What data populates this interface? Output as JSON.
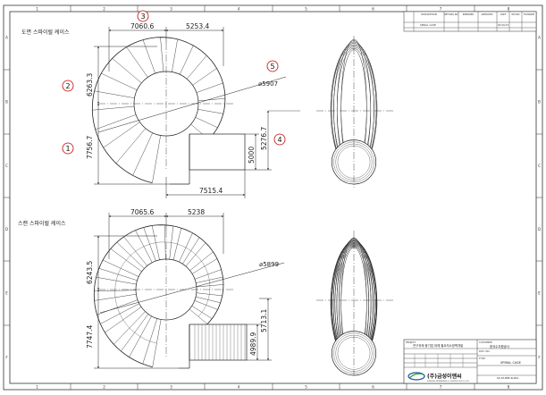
{
  "border": {
    "col_labels_top": [
      "1",
      "2",
      "3",
      "4",
      "5",
      "6",
      "7",
      "8"
    ],
    "col_labels_bottom": [
      "1",
      "2",
      "3",
      "4",
      "5",
      "6",
      "7",
      "8"
    ],
    "row_labels_left": [
      "A",
      "B",
      "C",
      "D",
      "E",
      "F"
    ],
    "row_labels_right": [
      "A",
      "B",
      "C",
      "D",
      "E",
      "F"
    ]
  },
  "views": {
    "top_title": "도면 스파이럴 케이스",
    "bottom_title": "스캔 스파이럴 케이스"
  },
  "top_dims": {
    "d_7060": "7060.6",
    "d_5253": "5253.4",
    "d_6263": "6263.3",
    "d_7756": "7756.7",
    "d_5000": "5000",
    "d_5276": "5276.7",
    "d_7515": "7515.4",
    "diam": "⌀5907"
  },
  "bottom_dims": {
    "d_7065": "7065.6",
    "d_5238": "5238",
    "d_6243": "6243.5",
    "d_7747": "7747.4",
    "d_4989": "4989.9",
    "d_5713": "5713.1",
    "diam": "⌀5899"
  },
  "callouts": [
    "1",
    "2",
    "3",
    "4",
    "5"
  ],
  "revision_table": {
    "headers": [
      "DESCRIPTION",
      "REF.DWG NO.",
      "PREPARED",
      "APPROVED",
      "DATE",
      "REV.NO",
      "FILENAME"
    ],
    "row": [
      "SPIRAL CASE",
      "",
      "",
      "",
      "18.09.07",
      "",
      ""
    ]
  },
  "title_block": {
    "project_label": "PROJECT",
    "project": "연구과제 중기업 대체 필요저소방벽개발",
    "customer_label": "CUSTOMER",
    "customer": "한국수자원공사",
    "doc_label": "DOC. NO.",
    "drawing_label": "TITLE",
    "drawing_title": "SPIRAL CASE",
    "drawing_no": "SC-M-DRT-R-001",
    "company": "(주)금성이앤씨",
    "company_en": "KUMSUNG ENGINEERING & CONSTRUCTION CO.,LTD"
  }
}
